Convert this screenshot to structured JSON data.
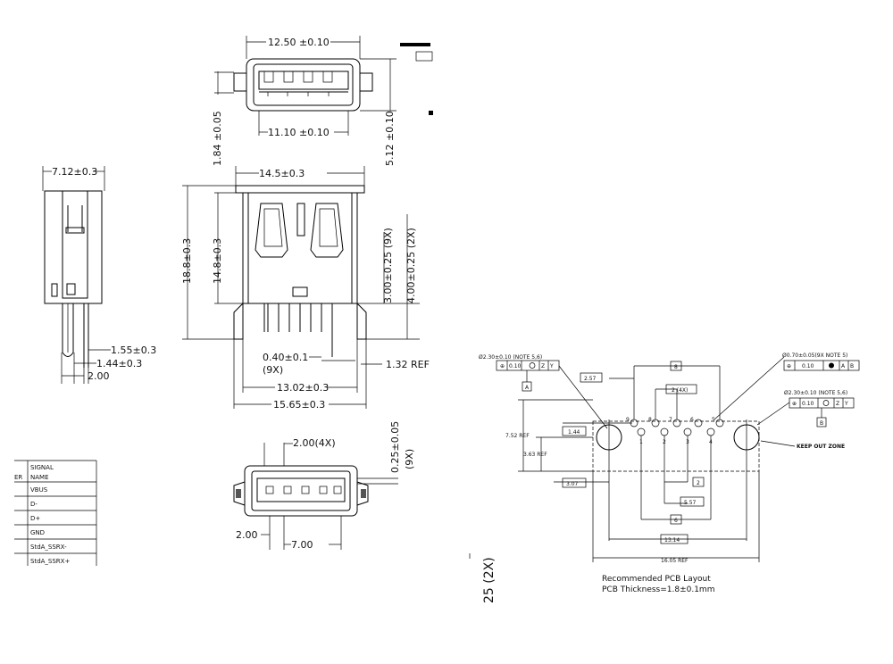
{
  "top_view": {
    "width_label": "12.50 ±0.10",
    "inner_width_label": "11.10 ±0.10",
    "height_label": "5.12 ±0.10",
    "side_label": "1.84 ±0.05"
  },
  "side_view": {
    "width_label": "7.12±0.3",
    "dim_a": "1.55±0.3",
    "dim_b": "1.44±0.3",
    "dim_c": "2.00"
  },
  "front_view": {
    "width_label": "14.5±0.3",
    "total_height": "18.8±0.3",
    "body_height": "14.8±0.3",
    "pin_len_9x": "3.00±0.25 (9X)",
    "pin_len_2x": "4.00±0.25 (2X)",
    "pin_width": "0.40±0.1",
    "pin_width_count": "(9X)",
    "ref_label": "1.32 REF",
    "span_inner": "13.02±0.3",
    "span_outer": "15.65±0.3"
  },
  "bottom_view": {
    "pitch_label": "2.00(4X)",
    "pin_thick": "0.25±0.05",
    "pin_thick_count": "(9X)",
    "offset_label": "2.00",
    "span_label": "7.00"
  },
  "signal_table": {
    "header_col1": "ER",
    "header_col2_line1": "SIGNAL",
    "header_col2_line2": "NAME",
    "rows": [
      "VBUS",
      "D-",
      "D+",
      "GND",
      "StdA_SSRX-",
      "StdA_SSRX+"
    ]
  },
  "pcb_layout": {
    "note_left": "Ø2.30±0.10 (NOTE 5,6)",
    "tol_left": "0.10",
    "datum_left": "A",
    "note_right_top": "Ø0.70±0.05(9X NOTE 5)",
    "tol_right_top": "0.10",
    "datum_right_top": "A",
    "datum_right_top2": "B",
    "note_right_mid": "Ø2.30±0.10 (NOTE 5,6)",
    "tol_right_mid": "0.10",
    "datum_right_mid": "B",
    "keepout": "KEEP OUT ZONE",
    "dim_257": "2.57",
    "dim_8": "8",
    "dim_2_4x": "2 (4X)",
    "dim_752": "7.52 REF",
    "dim_144": "1.44",
    "dim_363": "3.63 REF",
    "dim_307": "3.07",
    "dim_2": "2",
    "dim_557": "5.57",
    "dim_6": "6",
    "dim_1314": "13.14",
    "dim_1605": "16.05 REF",
    "pin_top": [
      "9",
      "8",
      "7",
      "6",
      "5"
    ],
    "pin_bottom": [
      "1",
      "2",
      "3",
      "4"
    ],
    "caption_line1": "Recommended PCB Layout",
    "caption_line2": "PCB Thickness=1.8±0.1mm"
  },
  "cut_label": "25 (2X)"
}
